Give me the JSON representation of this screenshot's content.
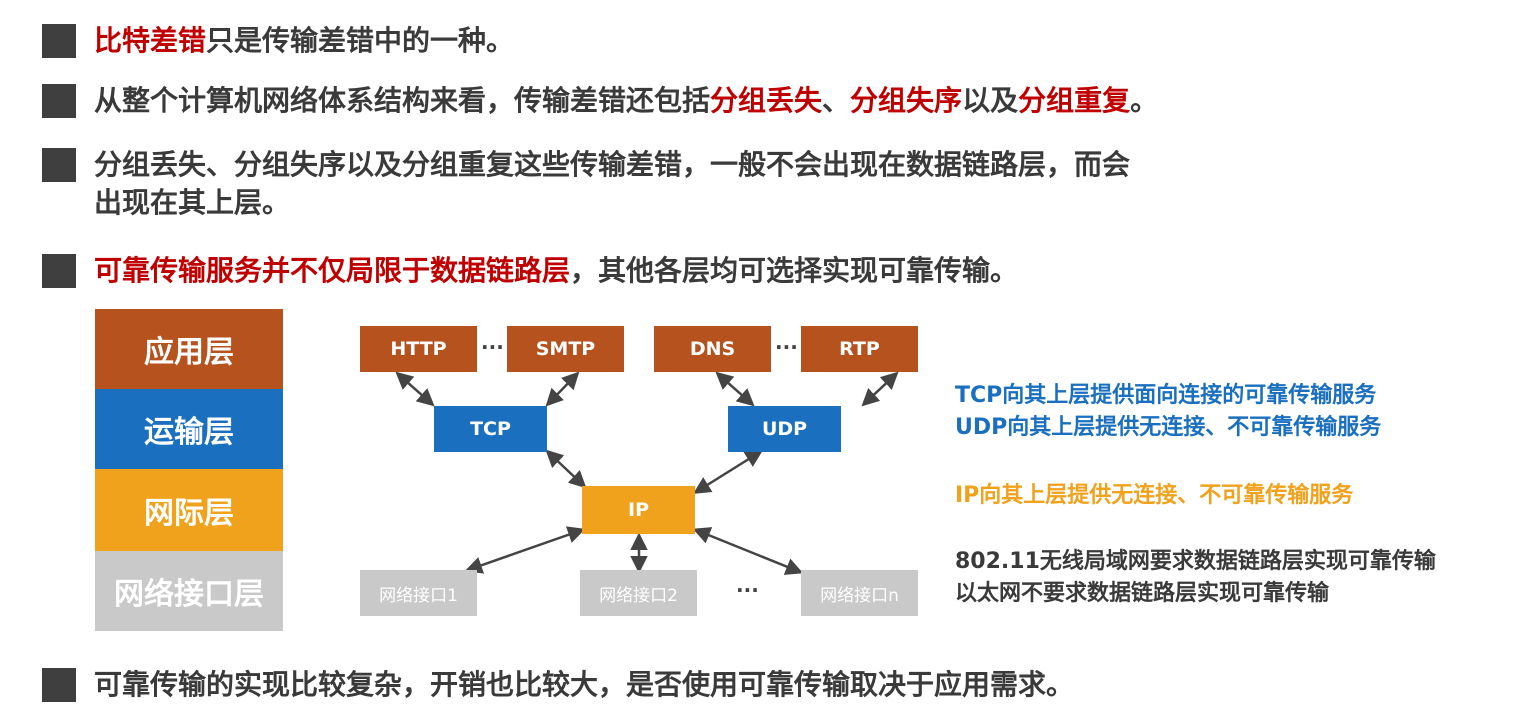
{
  "bullets": [
    {
      "parts": [
        {
          "t": "比特差错",
          "red": true
        },
        {
          "t": "只是传输差错中的一种。",
          "red": false
        }
      ]
    },
    {
      "parts": [
        {
          "t": "从整个计算机网络体系结构来看，传输差错还包括",
          "red": false
        },
        {
          "t": "分组丢失",
          "red": true
        },
        {
          "t": "、",
          "red": false
        },
        {
          "t": "分组失序",
          "red": true
        },
        {
          "t": "以及",
          "red": false
        },
        {
          "t": "分组重复",
          "red": true
        },
        {
          "t": "。",
          "red": false
        }
      ]
    },
    {
      "line1": "分组丢失、分组失序以及分组重复这些传输差错，一般不会出现在数据链路层，而会",
      "line2": "出现在其上层。"
    },
    {
      "parts": [
        {
          "t": "可靠传输服务并不仅局限于数据链路层",
          "red": true
        },
        {
          "t": "，其他各层均可选择实现可靠传输。",
          "red": false
        }
      ]
    },
    {
      "parts": [
        {
          "t": "可靠传输的实现比较复杂，开销也比较大，是否使用可靠传输取决于应用需求。",
          "red": false
        }
      ]
    }
  ],
  "layers": {
    "app": "应用层",
    "transport": "运输层",
    "internet": "网际层",
    "interface": "网络接口层"
  },
  "protocols": {
    "http": "HTTP",
    "smtp": "SMTP",
    "dns": "DNS",
    "rtp": "RTP",
    "tcp": "TCP",
    "udp": "UDP",
    "ip": "IP",
    "if1": "网络接口1",
    "if2": "网络接口2",
    "ifn": "网络接口n",
    "ellipsis": "···"
  },
  "notes": {
    "tcp": "TCP向其上层提供面向连接的可靠传输服务",
    "udp": "UDP向其上层提供无连接、不可靠传输服务",
    "ip": "IP向其上层提供无连接、不可靠传输服务",
    "wifi": "802.11无线局域网要求数据链路层实现可靠传输",
    "ethernet": "以太网不要求数据链路层实现可靠传输"
  },
  "colors": {
    "app": "#b5521e",
    "transport": "#1a6fbf",
    "internet": "#f0a21c",
    "interface": "#c9c9c9",
    "highlight": "#c00000"
  }
}
